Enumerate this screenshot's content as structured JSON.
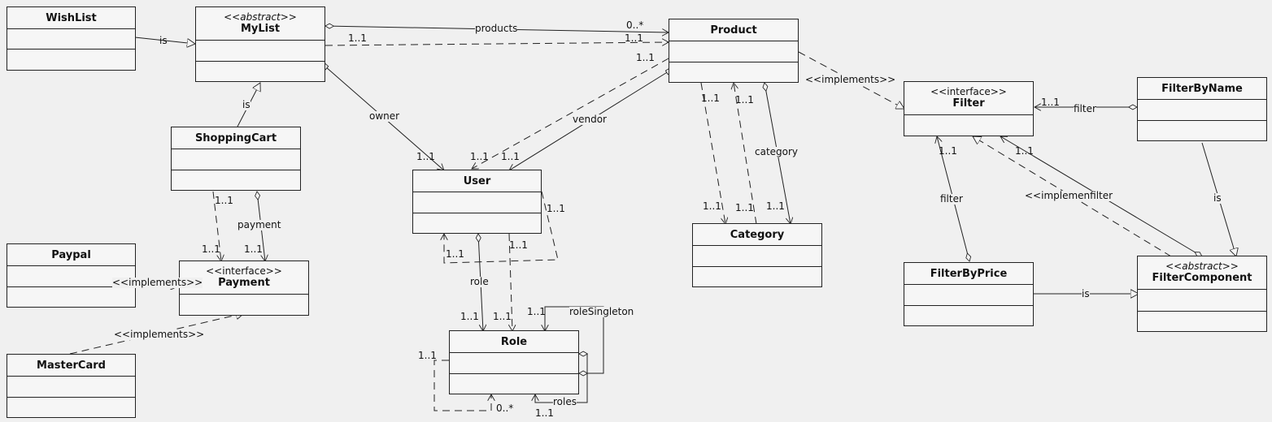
{
  "classes": {
    "wishlist": {
      "name": "WishList"
    },
    "mylist": {
      "stereotype": "<<abstract>>",
      "name": "MyList"
    },
    "product": {
      "name": "Product"
    },
    "shoppingcart": {
      "name": "ShoppingCart"
    },
    "user": {
      "name": "User"
    },
    "category": {
      "name": "Category"
    },
    "filter": {
      "stereotype": "<<interface>>",
      "name": "Filter"
    },
    "filterbyname": {
      "name": "FilterByName"
    },
    "paypal": {
      "name": "Paypal"
    },
    "payment": {
      "stereotype": "<<interface>>",
      "name": "Payment"
    },
    "mastercard": {
      "name": "MasterCard"
    },
    "role": {
      "name": "Role"
    },
    "filterbyprice": {
      "name": "FilterByPrice"
    },
    "filtercomponent": {
      "stereotype": "<<abstract>>",
      "name": "FilterComponent"
    }
  },
  "labels": {
    "is_wishlist": "is",
    "products": "products",
    "mult_products_many": "0..*",
    "mult_mylist_product_a": "1..1",
    "mult_mylist_product_b": "1..1",
    "mult_product_user": "1..1",
    "owner": "owner",
    "vendor": "vendor",
    "is_cart": "is",
    "mult_user_a": "1..1",
    "mult_user_b": "1..1",
    "mult_user_c": "1..1",
    "implements_filter": "<<implements>>",
    "mult_cat_a": "1..1",
    "mult_cat_b": "1..1",
    "category": "category",
    "mult_cat_c": "1..1",
    "mult_cat_d": "1..1",
    "mult_cat_e": "1..1",
    "mult_filter_name": "1..1",
    "filter_name": "filter",
    "mult_filter_left": "1..1",
    "mult_filter_mid": "1..1",
    "implemenfilter": "<<implemenfilter",
    "filter_price": "filter",
    "is_name": "is",
    "is_price": "is",
    "mult_cart_pay": "1..1",
    "payment": "payment",
    "mult_pay_a": "1..1",
    "mult_pay_b": "1..1",
    "implements_paypal": "<<implements>>",
    "implements_master": "<<implements>>",
    "mult_user_self": "1..1",
    "mult_user_role_a": "1..1",
    "mult_user_role_b": "1..1",
    "mult_user_self_b": "1..1",
    "role": "role",
    "mult_role_a": "1..1",
    "mult_role_b": "1..1",
    "mult_role_c": "1..1",
    "roleSingleton": "roleSingleton",
    "mult_role_left": "1..1",
    "roles": "roles",
    "mult_roles_many": "0..*",
    "mult_roles_one": "1..1"
  }
}
